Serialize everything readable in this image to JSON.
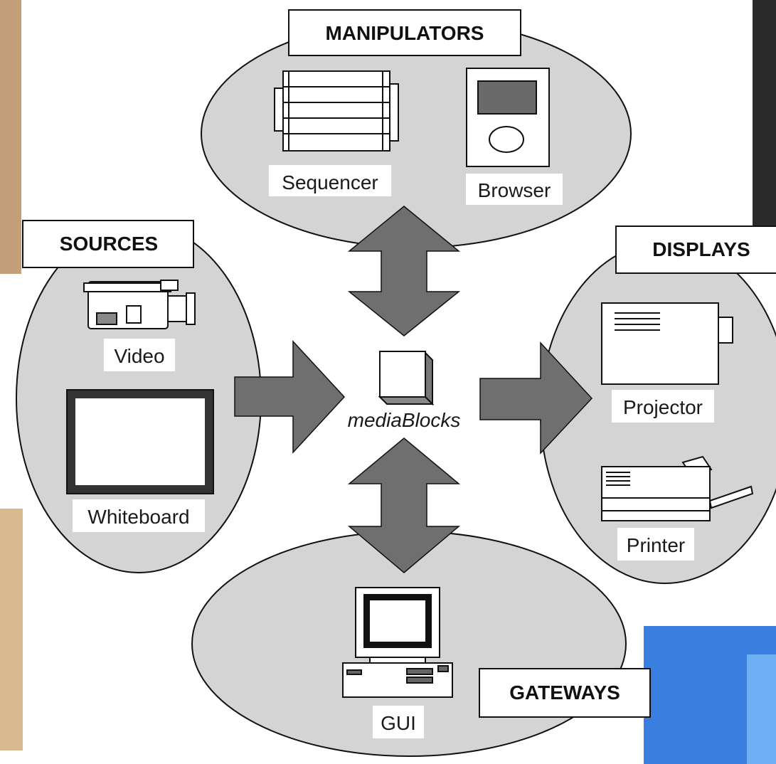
{
  "groups": {
    "manipulators": {
      "title": "MANIPULATORS",
      "items": [
        "Sequencer",
        "Browser"
      ]
    },
    "sources": {
      "title": "SOURCES",
      "items": [
        "Video",
        "Whiteboard"
      ]
    },
    "displays": {
      "title": "DISPLAYS",
      "items": [
        "Projector",
        "Printer"
      ]
    },
    "gateways": {
      "title": "GATEWAYS",
      "items": [
        "GUI"
      ]
    }
  },
  "center": {
    "label": "mediaBlocks"
  },
  "colors": {
    "ellipse_fill": "#d4d4d4",
    "arrow_fill": "#6f6f6f",
    "stroke": "#111111",
    "photo_left": "#c9a57e",
    "photo_right": "#2b2b2b",
    "photo_blue": "#3a7fe0"
  }
}
